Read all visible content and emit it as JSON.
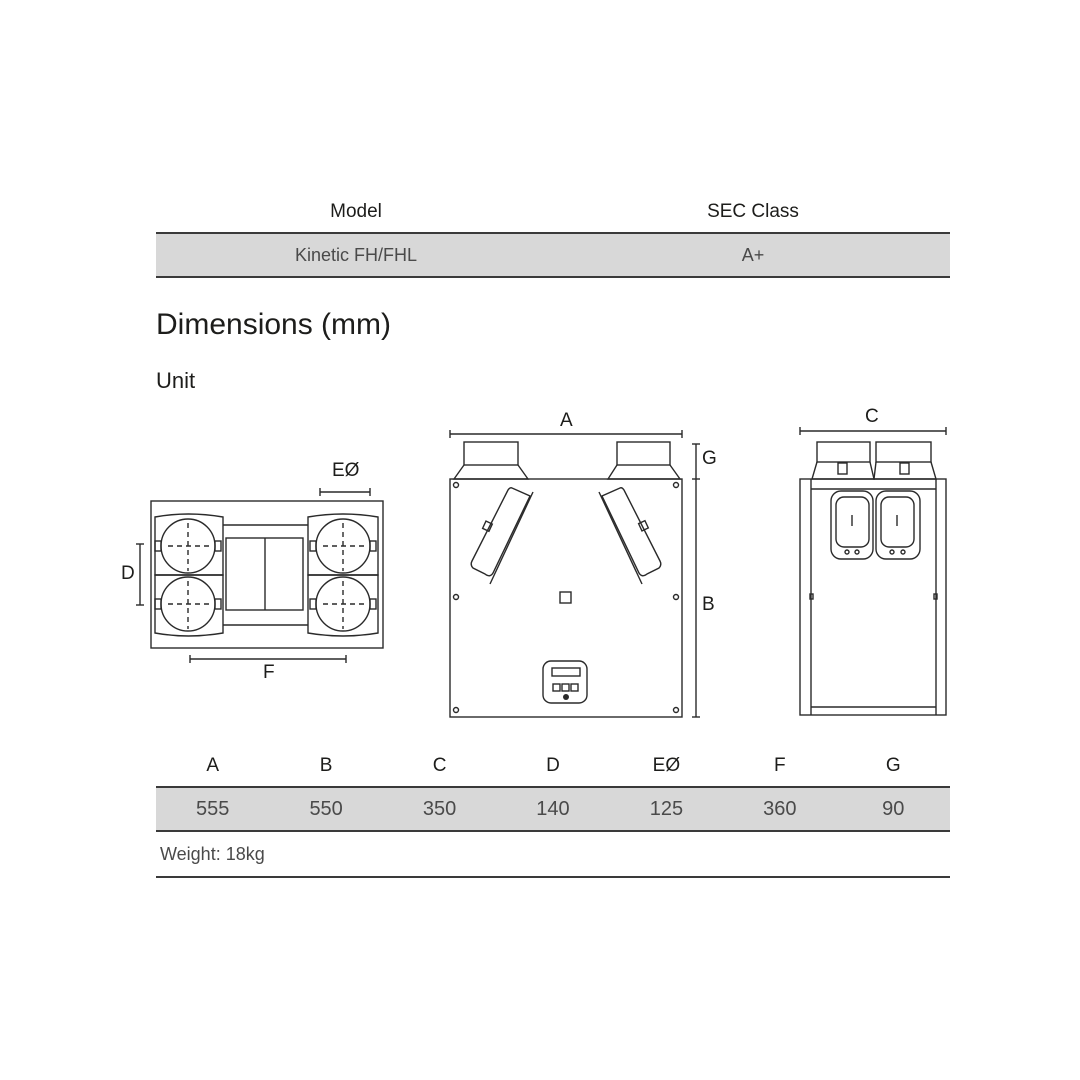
{
  "model_table": {
    "headers": [
      "Model",
      "SEC Class"
    ],
    "row": [
      "Kinetic FH/FHL",
      "A+"
    ]
  },
  "section": {
    "title": "Dimensions (mm)",
    "subtitle": "Unit"
  },
  "diagram_labels": {
    "top_view": {
      "e": "EØ",
      "d": "D",
      "f": "F"
    },
    "front_view": {
      "a": "A",
      "g": "G",
      "b": "B"
    },
    "side_view": {
      "c": "C"
    }
  },
  "dimensions_table": {
    "headers": [
      "A",
      "B",
      "C",
      "D",
      "EØ",
      "F",
      "G"
    ],
    "values": [
      "555",
      "550",
      "350",
      "140",
      "125",
      "360",
      "90"
    ],
    "weight": "Weight: 18kg"
  }
}
